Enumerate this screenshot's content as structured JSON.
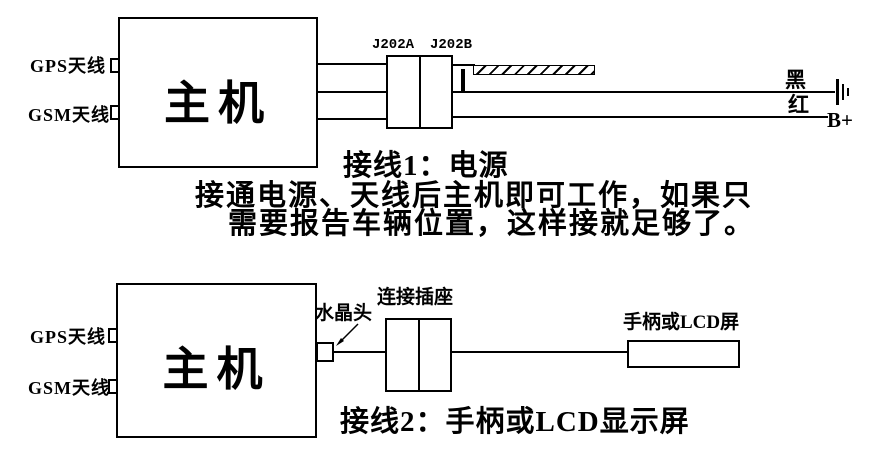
{
  "colors": {
    "line": "#000000",
    "background": "#ffffff"
  },
  "diagram1": {
    "main_unit_label": "主机",
    "gps_antenna_label": "GPS天线",
    "gsm_antenna_label": "GSM天线",
    "connector_left_label": "J202A",
    "connector_right_label": "J202B",
    "black_wire_label": "黑",
    "red_wire_label": "红",
    "battery_terminal_label": "B+",
    "caption": "接线1：电源",
    "note_line1": "接通电源、天线后主机即可工作，如果只",
    "note_line2": "需要报告车辆位置，这样接就足够了。"
  },
  "diagram2": {
    "main_unit_label": "主机",
    "gps_antenna_label": "GPS天线",
    "gsm_antenna_label": "GSM天线",
    "crystal_head_label": "水晶头",
    "socket_label": "连接插座",
    "handheld_label": "手柄或LCD屏",
    "caption": "接线2：手柄或LCD显示屏"
  }
}
